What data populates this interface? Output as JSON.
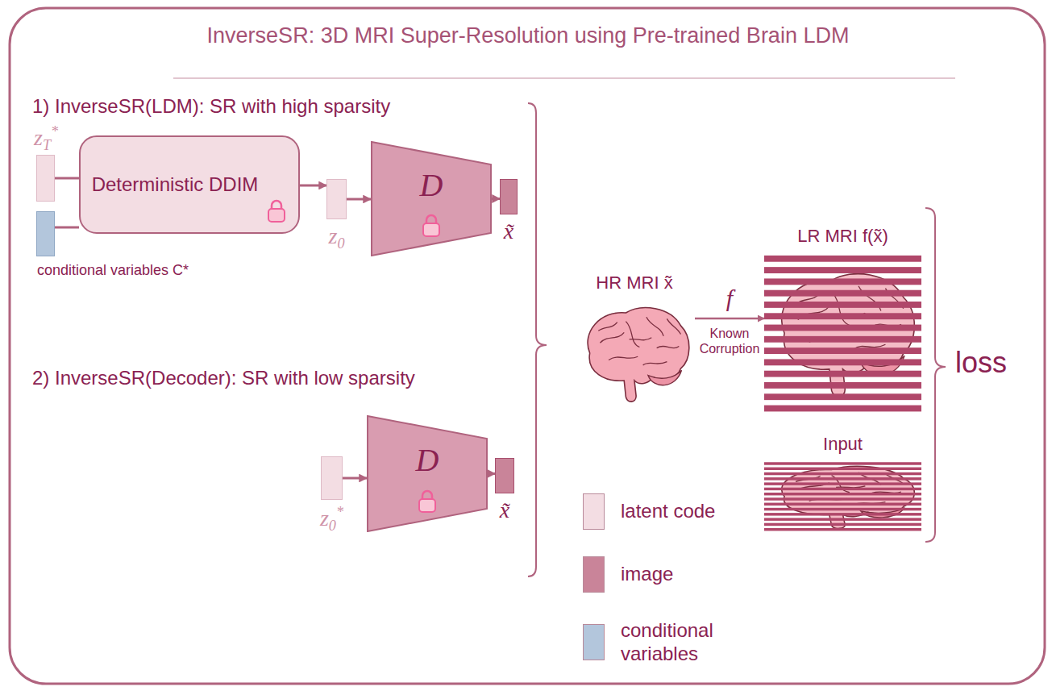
{
  "diagram": {
    "title": "InverseSR: 3D MRI Super-Resolution using Pre-trained Brain LDM",
    "nodes": [
      {
        "text": [
          "zT*"
        ]
      },
      {
        "text": [
          "conditional variables C*"
        ]
      },
      {
        "text": [
          "Deterministic DDIM"
        ]
      },
      {
        "text": [
          "z0"
        ]
      },
      {
        "text": [
          "D"
        ]
      },
      {
        "text": [
          "x̃"
        ]
      },
      {
        "text": [
          "z0*"
        ]
      },
      {
        "text": [
          "D"
        ]
      },
      {
        "text": [
          "x̃"
        ]
      },
      {
        "text": [
          "HR MRI x̃"
        ]
      },
      {
        "text": [
          "LR MRI f(x̃)"
        ]
      },
      {
        "text": [
          "Input"
        ]
      }
    ],
    "edges": [
      {
        "from": 0,
        "to": 2,
        "arrow": "none"
      },
      {
        "from": 1,
        "to": 2,
        "arrow": "none"
      },
      {
        "from": 2,
        "to": 3,
        "arrow": "to"
      },
      {
        "from": 3,
        "to": 4,
        "arrow": "to"
      },
      {
        "from": 4,
        "to": 5,
        "arrow": "to"
      },
      {
        "from": 6,
        "to": 7,
        "arrow": "to"
      },
      {
        "from": 7,
        "to": 8,
        "arrow": "to"
      },
      {
        "from": 9,
        "to": 10,
        "arrow": "to",
        "label": "f"
      }
    ],
    "labels": [
      "1) InverseSR(LDM): SR with high sparsity",
      "2) InverseSR(Decoder): SR with low sparsity",
      "Known Corruption",
      "loss"
    ],
    "legend": [
      {
        "text": "latent code",
        "color": "#f3dde3"
      },
      {
        "text": "image",
        "color": "#c98499"
      },
      {
        "text": "conditional variables",
        "color": "#b3c6dc"
      }
    ]
  }
}
